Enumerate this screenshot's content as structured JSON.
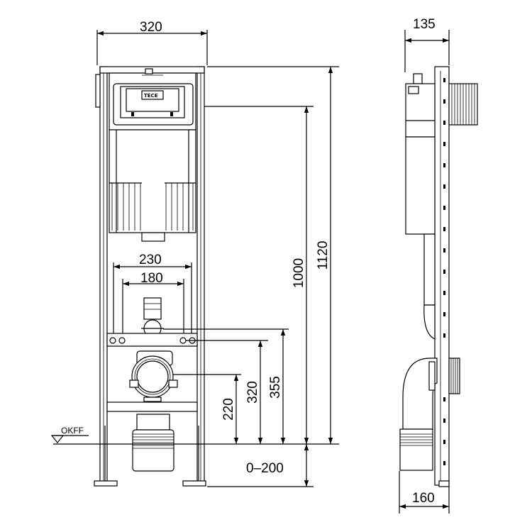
{
  "dimensions": {
    "front_width": "320",
    "side_depth": "135",
    "outlet_spacing_outer": "230",
    "outlet_spacing_inner": "180",
    "height_total": "1120",
    "height_actuator": "1000",
    "height_drain": "355",
    "height_bolts": "320",
    "height_pan": "220",
    "height_adjust": "0–200",
    "bottom_depth": "160"
  },
  "labels": {
    "floor_level": "OKFF",
    "logo": "TECE"
  }
}
